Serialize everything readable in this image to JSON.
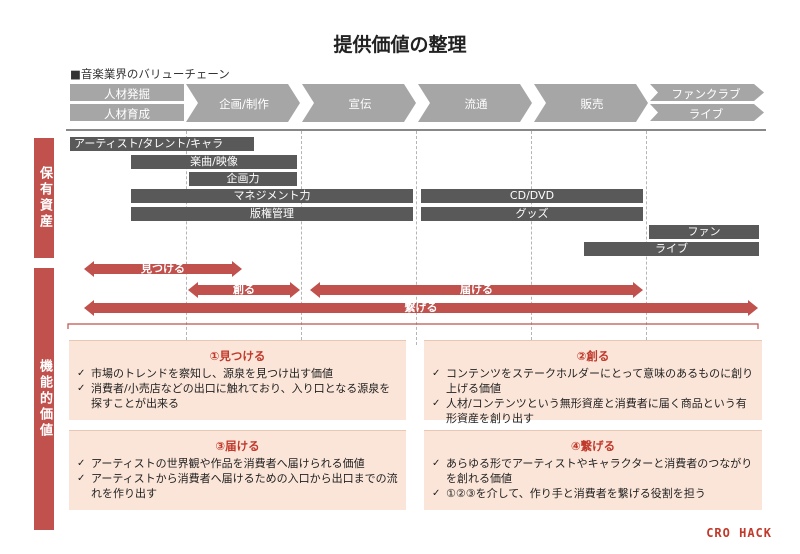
{
  "title": "提供価値の整理",
  "subtitle": "■音楽業界のバリューチェーン",
  "chain": {
    "talent_top": "人材発掘",
    "talent_bottom": "人材育成",
    "planning": "企画/制作",
    "promotion": "宣伝",
    "distribution": "流通",
    "sales": "販売",
    "fanclub": "ファンクラブ",
    "live": "ライブ"
  },
  "side": {
    "assets": "保有資産",
    "functional": "機能的価値"
  },
  "assets": {
    "artist": "アーティスト/タレント/キャラ",
    "songs": "楽曲/映像",
    "planning_power": "企画力",
    "management": "マネジメント力",
    "rights": "版権管理",
    "cd_dvd": "CD/DVD",
    "goods": "グッズ",
    "fans": "ファン",
    "live": "ライブ"
  },
  "functions": {
    "find": "見つける",
    "create": "創る",
    "deliver": "届ける",
    "connect": "繋げる"
  },
  "boxes": [
    {
      "title": "①見つける",
      "items": [
        "市場のトレンドを察知し、源泉を見つけ出す価値",
        "消費者/小売店などの出口に触れており、入り口となる源泉を探すことが出来る"
      ]
    },
    {
      "title": "②創る",
      "items": [
        "コンテンツをステークホルダーにとって意味のあるものに創り上げる価値",
        "人材/コンテンツという無形資産と消費者に届く商品という有形資産を創り出す"
      ]
    },
    {
      "title": "③届ける",
      "items": [
        "アーティストの世界観や作品を消費者へ届けられる価値",
        "アーティストから消費者へ届けるための入口から出口までの流れを作り出す"
      ]
    },
    {
      "title": "④繋げる",
      "items": [
        "あらゆる形でアーティストやキャラクターと消費者のつながりを創れる価値",
        "①②③を介して、作り手と消費者を繋げる役割を担う"
      ]
    }
  ],
  "logo": "CRO HACK",
  "colors": {
    "accent": "#c0514d",
    "chain_gray": "#a6a6a6",
    "bar_gray": "#595959",
    "box_bg": "#fbe5d8"
  }
}
